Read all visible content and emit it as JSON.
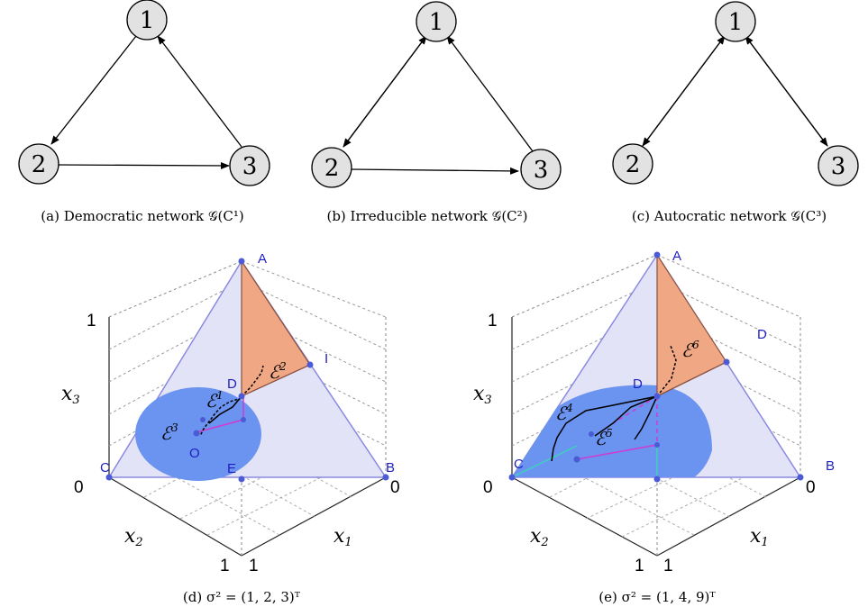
{
  "networks": [
    {
      "caption": "(a)  Democratic network 𝒢(C¹)",
      "nodes": [
        "1",
        "2",
        "3"
      ]
    },
    {
      "caption": "(b) Irreducible network 𝒢(C²)",
      "nodes": [
        "1",
        "2",
        "3"
      ]
    },
    {
      "caption": "(c)  Autocratic network 𝒢(C³)",
      "nodes": [
        "1",
        "2",
        "3"
      ]
    }
  ],
  "simplex_d": {
    "caption": "(d) σ² = (1, 2, 3)ᵀ",
    "points": {
      "A": "A",
      "I": "I",
      "D": "D",
      "C": "C",
      "B": "B",
      "E": "E",
      "O": "O"
    },
    "axis_top": "1",
    "axis_left_zero": "0",
    "axis_right_zero": "0",
    "axis_x3": "x",
    "axis_x3_sub": "3",
    "axis_x2": "x",
    "axis_x2_sub": "2",
    "axis_x1": "x",
    "axis_x1_sub": "1",
    "axis_bottom_left": "1",
    "axis_bottom_right": "1",
    "eps": [
      {
        "e": "ℰ",
        "s": "1"
      },
      {
        "e": "ℰ",
        "s": "2"
      },
      {
        "e": "ℰ",
        "s": "3"
      }
    ]
  },
  "simplex_e": {
    "caption": "(e) σ² = (1, 4, 9)ᵀ",
    "points": {
      "A": "A",
      "D_right": "D",
      "D": "D",
      "C": "C",
      "B": "B"
    },
    "axis_top": "1",
    "axis_left_zero": "0",
    "axis_right_zero": "0",
    "axis_x3": "x",
    "axis_x3_sub": "3",
    "axis_x2": "x",
    "axis_x2_sub": "2",
    "axis_x1": "x",
    "axis_x1_sub": "1",
    "axis_bottom_left": "1",
    "axis_bottom_right": "1",
    "eps": [
      {
        "e": "ℰ",
        "s": "4"
      },
      {
        "e": "ℰ",
        "s": "5"
      },
      {
        "e": "ℰ",
        "s": "6"
      }
    ]
  },
  "colors": {
    "simplex_fill": "#e3e3f7",
    "simplex_edge": "#8a8ae0",
    "region_blue": "#6b93f0",
    "region_orange": "#f0a884",
    "point": "#4b5bd6",
    "magenta": "#d03ad0",
    "cyan": "#3fd0c0",
    "node_fill": "#e2e2e2"
  }
}
